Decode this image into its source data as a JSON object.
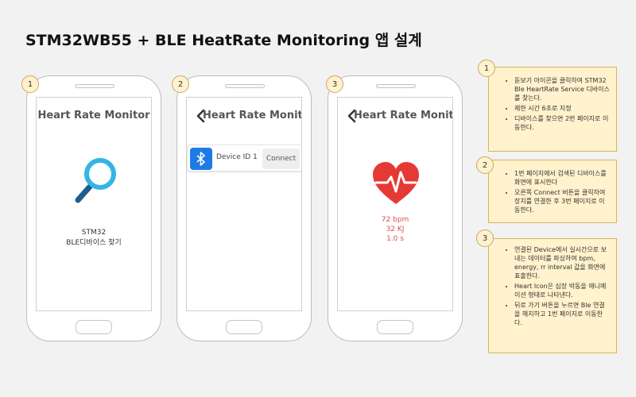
{
  "page": {
    "title": "STM32WB55 + BLE HeatRate Monitoring 앱 설계"
  },
  "phones": {
    "p1": {
      "number": "1",
      "screen_title": "Heart Rate Monitor",
      "icon": "magnifier-icon",
      "caption_line1": "STM32",
      "caption_line2": "BLE디바이스 찾기"
    },
    "p2": {
      "number": "2",
      "screen_title": "Heart Rate Monitor",
      "device": {
        "icon": "bluetooth-icon",
        "name": "Device ID 1",
        "connect_label": "Connect"
      }
    },
    "p3": {
      "number": "3",
      "screen_title": "Heart Rate Monitor",
      "icon": "heart-pulse-icon",
      "bpm": "72 bpm",
      "energy": "32 KJ",
      "rr": "1.0 s"
    }
  },
  "notes": [
    {
      "number": "1",
      "items": [
        "돋보기 아이콘을 클릭하여 STM32 Ble HeartRate Service 디바이스를 찾는다.",
        "제한 시간 6초로 지정",
        "디바이스를 찾으면 2번 페이지로 이동한다."
      ]
    },
    {
      "number": "2",
      "items": [
        "1번 페이지에서 검색된 디바이스를 화면에 표시한다",
        "오른쪽 Connect 버튼을 클릭하여 장치를 연결한 후 3번 페이지로 이동한다."
      ]
    },
    {
      "number": "3",
      "items": [
        "연결된 Device에서 실시간으로 보내는 데이터를 파싱하여 bpm, energy, rr interval 값을 화면에 표출한다.",
        "Heart Icon은 심장 박동을 애니메이션 형태로 나타낸다.",
        "뒤로 가기 버튼을 누르면 Ble 연결을 해지하고 1번 페이지로 이동한다."
      ]
    }
  ],
  "colors": {
    "accent_blue": "#1e7be6",
    "heart_red": "#e53935",
    "note_bg": "#fff2cc",
    "note_border": "#d6b656",
    "magnifier": "#33b5e5"
  }
}
